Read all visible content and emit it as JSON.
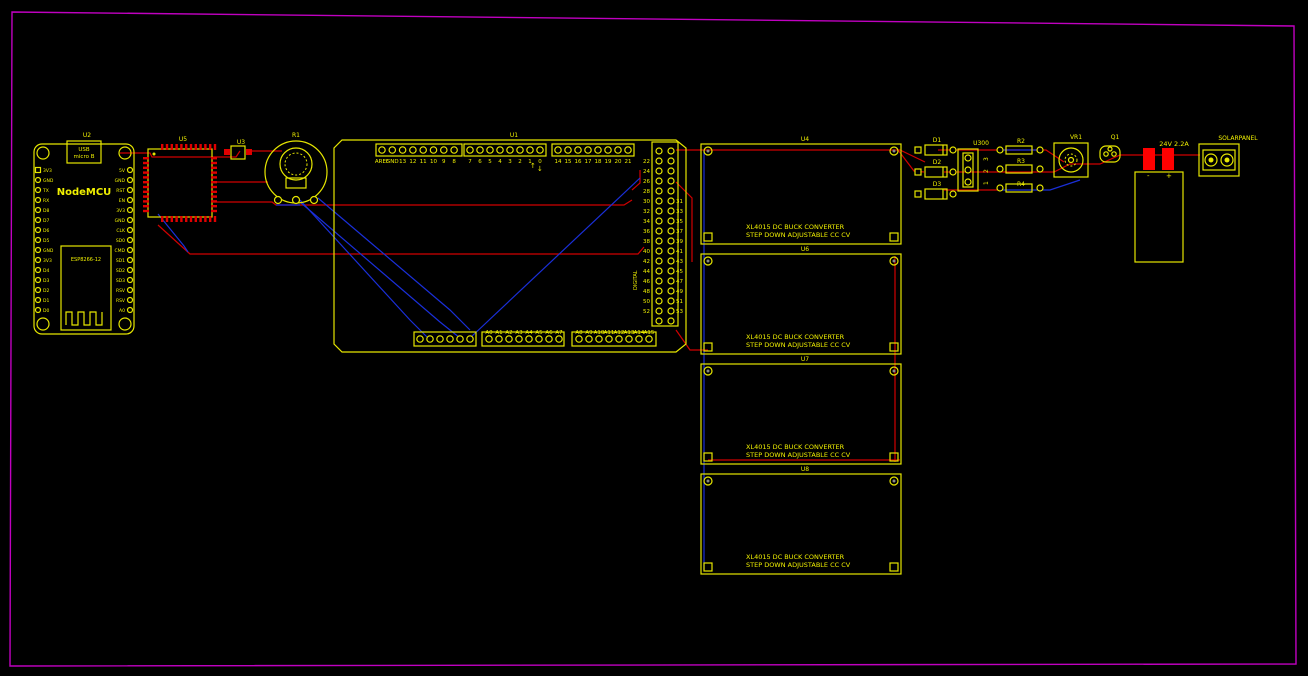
{
  "colors": {
    "background": "#000000",
    "outline": "#c000c0",
    "silkscreen": "#e6e600",
    "trace_top": "#d00000",
    "trace_bottom": "#1a2fd8",
    "pad_fill": "#ff0000"
  },
  "components": {
    "nodemcu": {
      "ref": "U2",
      "usb_label": "USB",
      "usb_sub": "micro B",
      "title": "NodeMCU",
      "module": "ESP8266-12",
      "left_pins": [
        "3V3",
        "GND",
        "TX",
        "RX",
        "D8",
        "D7",
        "D6",
        "D5",
        "GND",
        "3V3",
        "D4",
        "D3",
        "D2",
        "D1",
        "D0"
      ],
      "right_pins": [
        "5V",
        "GND",
        "RST",
        "EN",
        "3V3",
        "GND",
        "CLK",
        "SD0",
        "CMD",
        "SD1",
        "SD2",
        "SD3",
        "RSV",
        "RSV",
        "A0"
      ]
    },
    "u5": {
      "ref": "U5"
    },
    "u3": {
      "ref": "U3"
    },
    "r1": {
      "ref": "R1"
    },
    "arduino": {
      "ref": "U1",
      "top_labels": [
        "AREF",
        "GND",
        "13",
        "12",
        "11",
        "10",
        "9",
        "8",
        "7",
        "6",
        "5",
        "4",
        "3",
        "2",
        "1",
        "0",
        "14",
        "15",
        "16",
        "17",
        "18",
        "19",
        "20",
        "21"
      ],
      "digital_left": [
        "22",
        "24",
        "26",
        "28",
        "30",
        "32",
        "34",
        "36",
        "38",
        "40",
        "42",
        "44",
        "46",
        "48",
        "50",
        "52"
      ],
      "digital_right": [
        "31",
        "33",
        "35",
        "37",
        "39",
        "41",
        "43",
        "45",
        "47",
        "49",
        "51",
        "53"
      ],
      "digital_label": "DIGITAL",
      "analog_labels": [
        "A0",
        "A1",
        "A2",
        "A3",
        "A4",
        "A5",
        "A6",
        "A7",
        "A8",
        "A9",
        "A10",
        "A11",
        "A12",
        "A13",
        "A14",
        "A15"
      ]
    },
    "converters": [
      {
        "ref": "U4",
        "line1": "XL4015 DC BUCK CONVERTER",
        "line2": "STEP DOWN ADJUSTABLE CC CV"
      },
      {
        "ref": "U6",
        "line1": "XL4015 DC BUCK CONVERTER",
        "line2": "STEP DOWN ADJUSTABLE CC CV"
      },
      {
        "ref": "U7",
        "line1": "XL4015 DC BUCK CONVERTER",
        "line2": "STEP DOWN ADJUSTABLE CC CV"
      },
      {
        "ref": "U8",
        "line1": "XL4015 DC BUCK CONVERTER",
        "line2": "STEP DOWN ADJUSTABLE CC CV"
      }
    ],
    "diodes": [
      "D1",
      "D2",
      "D3"
    ],
    "u300": {
      "ref": "U300",
      "pins": [
        "3",
        "2",
        "1"
      ]
    },
    "resistors": [
      "R2",
      "R3",
      "R4"
    ],
    "vr1": {
      "ref": "VR1"
    },
    "q1": {
      "ref": "Q1"
    },
    "battery": {
      "label": "24V 2.2A",
      "minus": "-",
      "plus": "+"
    },
    "solar": {
      "ref": "SOLARPANEL"
    }
  }
}
